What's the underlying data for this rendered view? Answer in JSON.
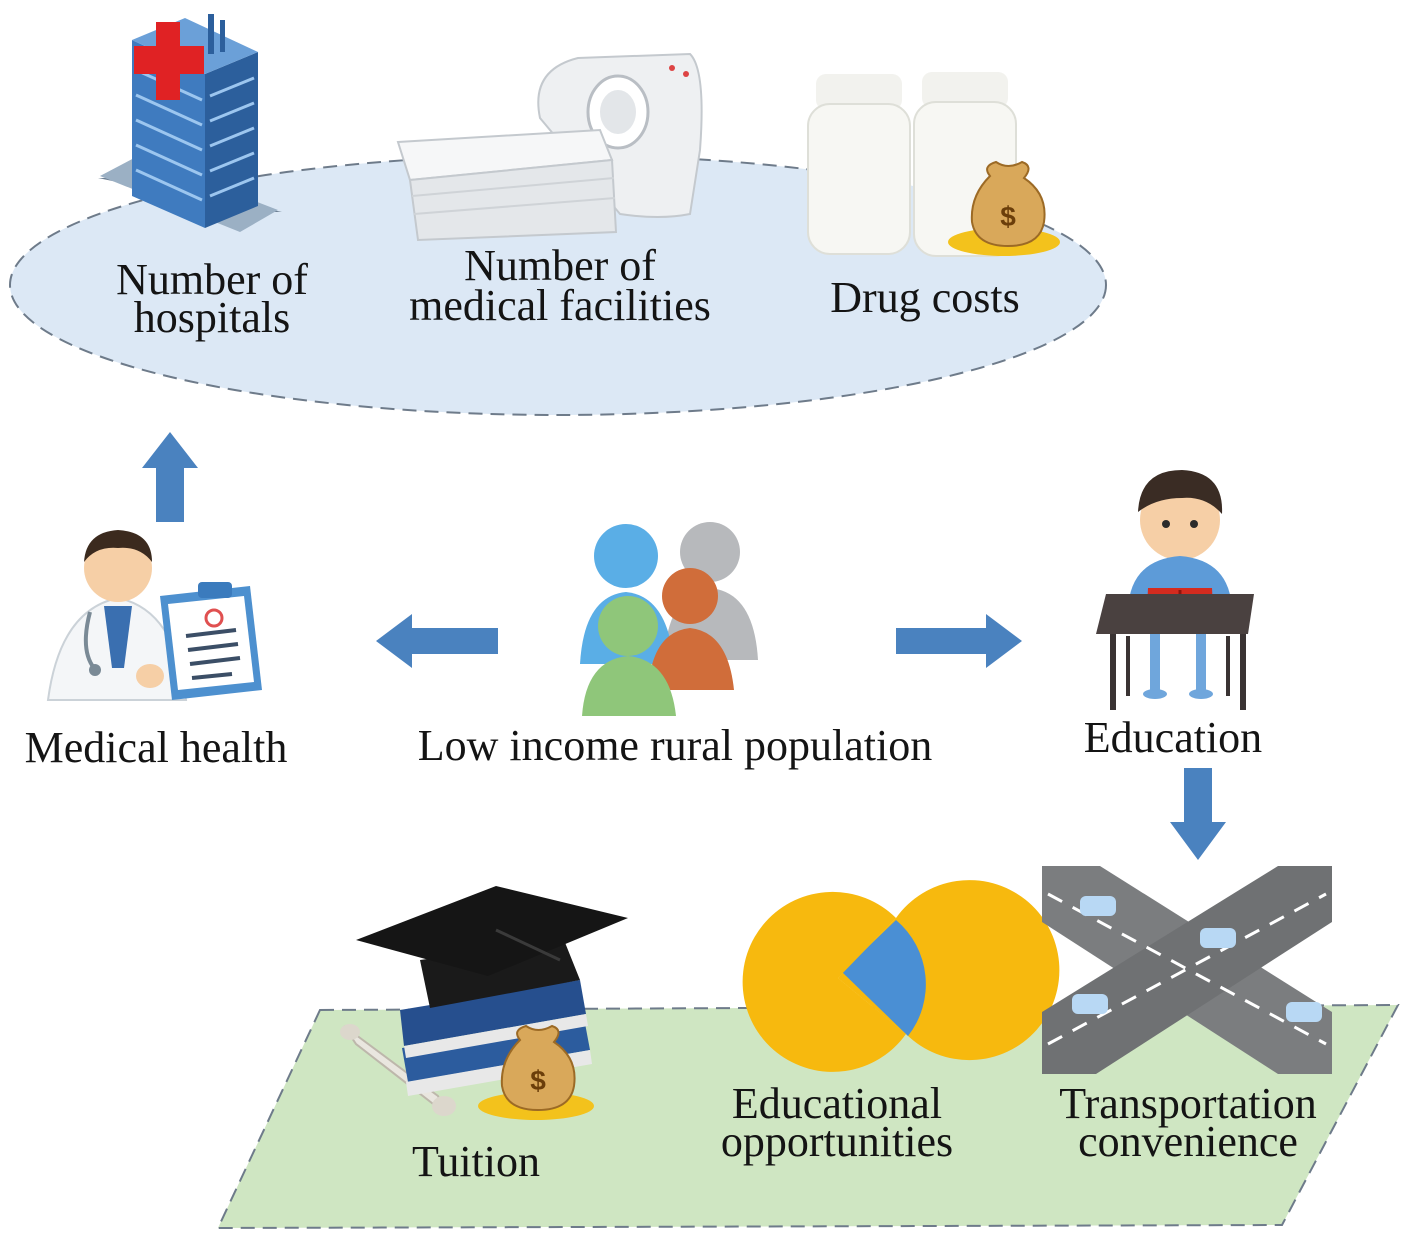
{
  "center": {
    "label": "Low income rural population"
  },
  "medical": {
    "label": "Medical health",
    "items": [
      {
        "line1": "Number of",
        "line2": "hospitals"
      },
      {
        "line1": "Number of",
        "line2": "medical facilities"
      },
      {
        "line1": "Drug costs",
        "line2": ""
      }
    ]
  },
  "education": {
    "label": "Education",
    "items": [
      {
        "line1": "Tuition",
        "line2": ""
      },
      {
        "line1": "Educational",
        "line2": "opportunities"
      },
      {
        "line1": "Transportation",
        "line2": "convenience"
      }
    ]
  },
  "icons": {
    "money": "$"
  },
  "colors": {
    "ellipse_fill": "#dce8f5",
    "parallelogram_fill": "#cfe6c2",
    "arrow": "#4a82bf",
    "pie_main": "#f7b90e",
    "pie_slice": "#4a8fd4"
  }
}
